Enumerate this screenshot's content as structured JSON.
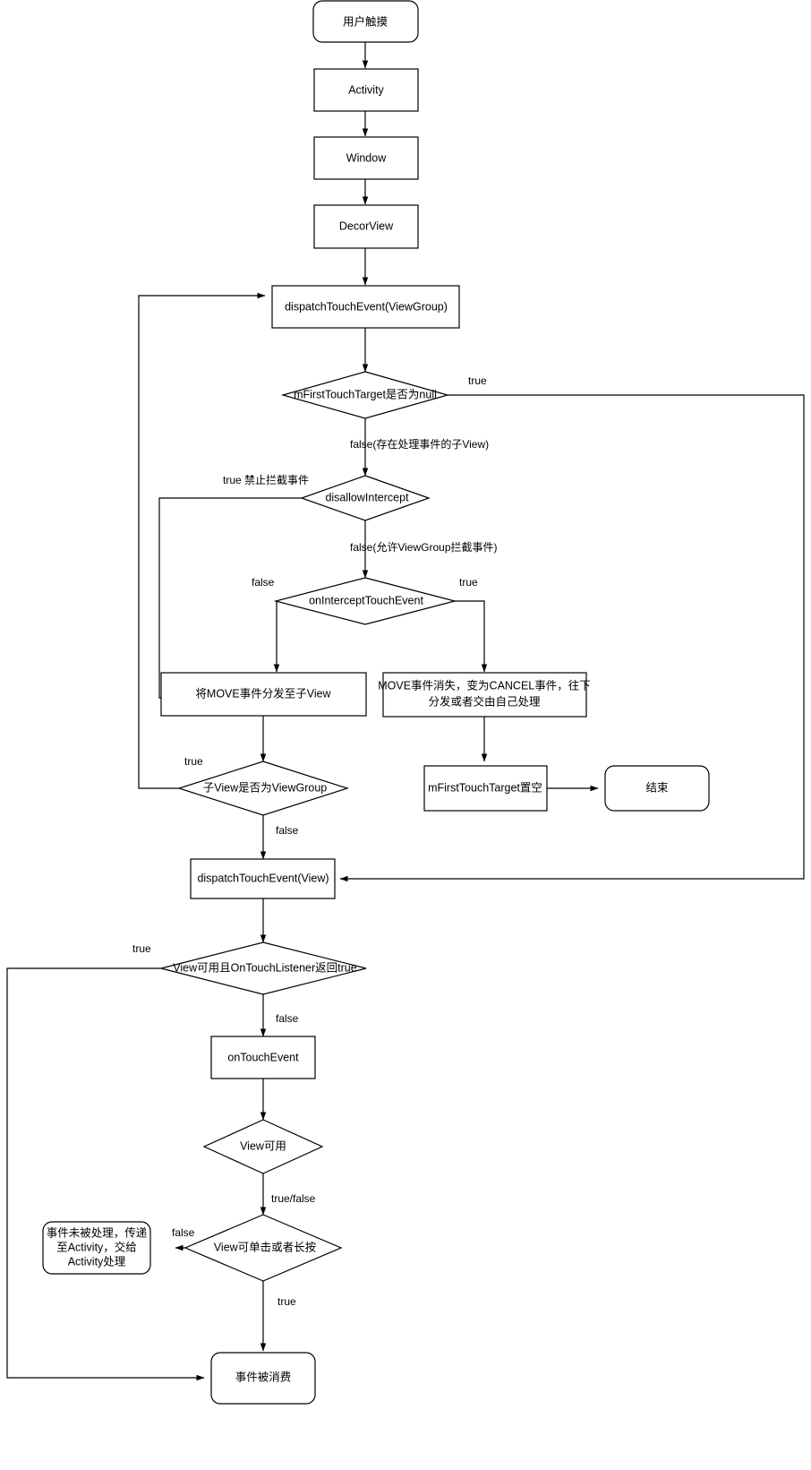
{
  "diagram": {
    "title": "Android Touch Event Dispatch Flowchart",
    "background": "#ffffff",
    "stroke": "#000000",
    "nodes": {
      "user_touch": "用户触摸",
      "activity": "Activity",
      "window": "Window",
      "decorview": "DecorView",
      "dispatch_viewgroup": "dispatchTouchEvent(ViewGroup)",
      "first_touch_target_null": "mFirstTouchTarget是否为null",
      "disallow_intercept": "disallowIntercept",
      "on_intercept_touch_event": "onInterceptTouchEvent",
      "dispatch_move_to_child": "将MOVE事件分发至子View",
      "move_becomes_cancel_line1": "MOVE事件消失，变为CANCEL事件，往下",
      "move_becomes_cancel_line2": "分发或者交由自己处理",
      "child_is_viewgroup": "子View是否为ViewGroup",
      "clear_first_touch_target": "mFirstTouchTarget置空",
      "end": "结束",
      "dispatch_view": "dispatchTouchEvent(View)",
      "view_enabled_listener_true": "View可用且OnTouchListener返回true",
      "on_touch_event": "onTouchEvent",
      "view_enabled": "View可用",
      "view_clickable_or_longclickable": "View可单击或者长按",
      "unhandled_line1": "事件未被处理，传递",
      "unhandled_line2": "至Activity，交给",
      "unhandled_line3": "Activity处理",
      "event_consumed": "事件被消费"
    },
    "edge_labels": {
      "first_touch_target_true": "true",
      "first_touch_target_false": "false(存在处理事件的子View)",
      "disallow_intercept_true": "true 禁止拦截事件",
      "disallow_intercept_false": "false(允许ViewGroup拦截事件)",
      "intercept_false": "false",
      "intercept_true": "true",
      "child_viewgroup_true": "true",
      "child_viewgroup_false": "false",
      "listener_true": "true",
      "listener_false": "false",
      "view_enabled_result": "true/false",
      "clickable_false": "false",
      "clickable_true": "true"
    }
  }
}
